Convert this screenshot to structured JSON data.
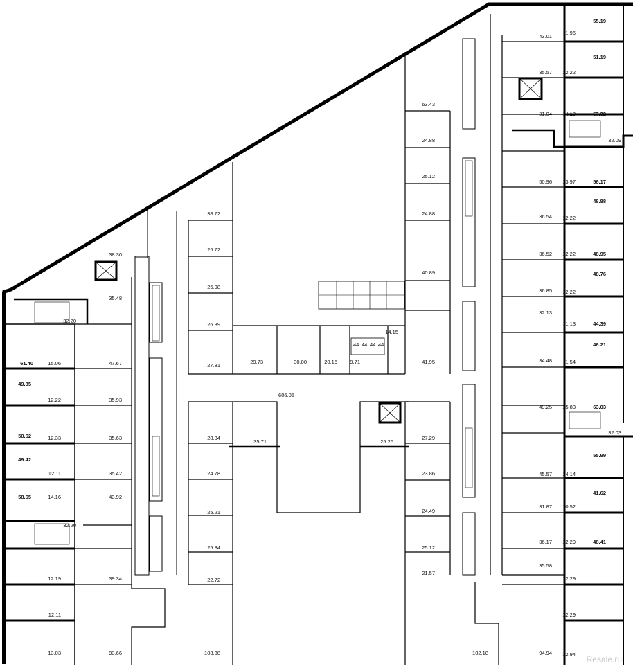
{
  "floorplan": {
    "areas": [
      {
        "id": "r-55-19",
        "value": "55.19",
        "bold": true
      },
      {
        "id": "r-11-96",
        "value": "11.96",
        "bold": false
      },
      {
        "id": "r-43-01",
        "value": "43.01",
        "bold": false
      },
      {
        "id": "r-51-19",
        "value": "51.19",
        "bold": true
      },
      {
        "id": "r-35-57",
        "value": "35.57",
        "bold": false
      },
      {
        "id": "r-12-22-a",
        "value": "12.22",
        "bold": false
      },
      {
        "id": "r-63-43",
        "value": "63.43",
        "bold": false
      },
      {
        "id": "r-31-04",
        "value": "31.04",
        "bold": false
      },
      {
        "id": "r-14-18",
        "value": "14.18",
        "bold": false
      },
      {
        "id": "r-57-32",
        "value": "57.32",
        "bold": true
      },
      {
        "id": "r-32-09",
        "value": "32.09",
        "bold": false
      },
      {
        "id": "r-24-88-a",
        "value": "24.88",
        "bold": false
      },
      {
        "id": "r-25-12-a",
        "value": "25.12",
        "bold": false
      },
      {
        "id": "r-50-96",
        "value": "50.96",
        "bold": false
      },
      {
        "id": "r-13-97",
        "value": "13.97",
        "bold": false
      },
      {
        "id": "r-56-17",
        "value": "56.17",
        "bold": true
      },
      {
        "id": "r-38-72",
        "value": "38.72",
        "bold": false
      },
      {
        "id": "r-48-88",
        "value": "48.88",
        "bold": true
      },
      {
        "id": "r-24-88-b",
        "value": "24.88",
        "bold": false
      },
      {
        "id": "r-36-54",
        "value": "36.54",
        "bold": false
      },
      {
        "id": "r-12-22-b",
        "value": "12.22",
        "bold": false
      },
      {
        "id": "r-25-72",
        "value": "25.72",
        "bold": false
      },
      {
        "id": "r-38-30",
        "value": "38.30",
        "bold": false
      },
      {
        "id": "r-36-52",
        "value": "36.52",
        "bold": false
      },
      {
        "id": "r-12-22-c",
        "value": "12.22",
        "bold": false
      },
      {
        "id": "r-48-95",
        "value": "48.95",
        "bold": true
      },
      {
        "id": "r-25-98",
        "value": "25.98",
        "bold": false
      },
      {
        "id": "r-40-89",
        "value": "40.89",
        "bold": false
      },
      {
        "id": "r-48-76",
        "value": "48.76",
        "bold": true
      },
      {
        "id": "r-36-85",
        "value": "36.85",
        "bold": false
      },
      {
        "id": "r-12-22-d",
        "value": "12.22",
        "bold": false
      },
      {
        "id": "r-35-48",
        "value": "35.48",
        "bold": false
      },
      {
        "id": "r-32-13",
        "value": "32.13",
        "bold": false
      },
      {
        "id": "r-32-20-a",
        "value": "32.20",
        "bold": false
      },
      {
        "id": "r-26-39",
        "value": "26.39",
        "bold": false
      },
      {
        "id": "r-11-13",
        "value": "11.13",
        "bold": false
      },
      {
        "id": "r-44-39",
        "value": "44.39",
        "bold": true
      },
      {
        "id": "r-14-15",
        "value": "14.15",
        "bold": false
      },
      {
        "id": "r-46-21",
        "value": "46.21",
        "bold": true
      },
      {
        "id": "r-34-48",
        "value": "34.48",
        "bold": false
      },
      {
        "id": "r-11-54",
        "value": "11.54",
        "bold": false
      },
      {
        "id": "r-61-40",
        "value": "61.40",
        "bold": true
      },
      {
        "id": "r-15-06",
        "value": "15.06",
        "bold": false
      },
      {
        "id": "r-47-67",
        "value": "47.67",
        "bold": false
      },
      {
        "id": "r-27-81",
        "value": "27.81",
        "bold": false
      },
      {
        "id": "r-29-73",
        "value": "29.73",
        "bold": false
      },
      {
        "id": "r-30-00",
        "value": "30.00",
        "bold": false
      },
      {
        "id": "r-20-15",
        "value": "20.15",
        "bold": false
      },
      {
        "id": "r-9-71",
        "value": "9.71",
        "bold": false
      },
      {
        "id": "r-41-95",
        "value": "41.95",
        "bold": false
      },
      {
        "id": "r-49-85",
        "value": "49.85",
        "bold": true
      },
      {
        "id": "r-12-22-e",
        "value": "12.22",
        "bold": false
      },
      {
        "id": "r-35-93",
        "value": "35.93",
        "bold": false
      },
      {
        "id": "r-606-05",
        "value": "606.05",
        "bold": false
      },
      {
        "id": "r-49-25",
        "value": "49.25",
        "bold": false
      },
      {
        "id": "r-15-83",
        "value": "15.83",
        "bold": false
      },
      {
        "id": "r-63-03",
        "value": "63.03",
        "bold": true
      },
      {
        "id": "r-32-03",
        "value": "32.03",
        "bold": false
      },
      {
        "id": "r-50-62",
        "value": "50.62",
        "bold": true
      },
      {
        "id": "r-12-33",
        "value": "12.33",
        "bold": false
      },
      {
        "id": "r-35-63",
        "value": "35.63",
        "bold": false
      },
      {
        "id": "r-28-34",
        "value": "28.34",
        "bold": false
      },
      {
        "id": "r-35-71",
        "value": "35.71",
        "bold": false
      },
      {
        "id": "r-25-25",
        "value": "25.25",
        "bold": false
      },
      {
        "id": "r-27-29",
        "value": "27.29",
        "bold": false
      },
      {
        "id": "r-55-99",
        "value": "55.99",
        "bold": true
      },
      {
        "id": "r-49-42",
        "value": "49.42",
        "bold": true
      },
      {
        "id": "r-12-11-a",
        "value": "12.11",
        "bold": false
      },
      {
        "id": "r-35-42",
        "value": "35.42",
        "bold": false
      },
      {
        "id": "r-24-78",
        "value": "24.78",
        "bold": false
      },
      {
        "id": "r-23-86",
        "value": "23.86",
        "bold": false
      },
      {
        "id": "r-45-57",
        "value": "45.57",
        "bold": false
      },
      {
        "id": "r-14-14",
        "value": "14.14",
        "bold": false
      },
      {
        "id": "r-41-62",
        "value": "41.62",
        "bold": true
      },
      {
        "id": "r-58-65",
        "value": "58.65",
        "bold": true
      },
      {
        "id": "r-14-16",
        "value": "14.16",
        "bold": false
      },
      {
        "id": "r-43-92",
        "value": "43.92",
        "bold": false
      },
      {
        "id": "r-25-21",
        "value": "25.21",
        "bold": false
      },
      {
        "id": "r-24-49",
        "value": "24.49",
        "bold": false
      },
      {
        "id": "r-31-87",
        "value": "31.87",
        "bold": false
      },
      {
        "id": "r-10-52",
        "value": "10.52",
        "bold": false
      },
      {
        "id": "r-32-20-b",
        "value": "32.20",
        "bold": false
      },
      {
        "id": "r-36-17",
        "value": "36.17",
        "bold": false
      },
      {
        "id": "r-12-29-a",
        "value": "12.29",
        "bold": false
      },
      {
        "id": "r-48-41",
        "value": "48.41",
        "bold": true
      },
      {
        "id": "r-25-84",
        "value": "25.84",
        "bold": false
      },
      {
        "id": "r-25-12-b",
        "value": "25.12",
        "bold": false
      },
      {
        "id": "r-35-58",
        "value": "35.58",
        "bold": false
      },
      {
        "id": "r-12-19",
        "value": "12.19",
        "bold": false
      },
      {
        "id": "r-39-34",
        "value": "39.34",
        "bold": false
      },
      {
        "id": "r-22-72",
        "value": "22.72",
        "bold": false
      },
      {
        "id": "r-21-57",
        "value": "21.57",
        "bold": false
      },
      {
        "id": "r-12-29-b",
        "value": "12.29",
        "bold": false
      },
      {
        "id": "r-12-11-b",
        "value": "12.11",
        "bold": false
      },
      {
        "id": "r-12-29-c",
        "value": "12.29",
        "bold": false
      },
      {
        "id": "r-13-03",
        "value": "13.03",
        "bold": false
      },
      {
        "id": "r-93-66",
        "value": "93.66",
        "bold": false
      },
      {
        "id": "r-103-38",
        "value": "103.38",
        "bold": false
      },
      {
        "id": "r-102-18",
        "value": "102.18",
        "bold": false
      },
      {
        "id": "r-94-94",
        "value": "94.94",
        "bold": false
      },
      {
        "id": "r-12-94",
        "value": "12.94",
        "bold": false
      }
    ],
    "elevator_markers": [
      "44",
      "44",
      "44",
      "44"
    ],
    "watermark": "Resale.ru"
  }
}
